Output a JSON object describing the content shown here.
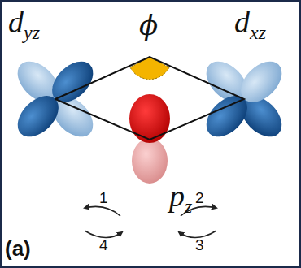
{
  "diagram": {
    "labels": [
      "dyz",
      "ϕ",
      "dxz",
      "pz",
      "1",
      "4",
      "2",
      "3",
      "(a)"
    ]
  }
}
